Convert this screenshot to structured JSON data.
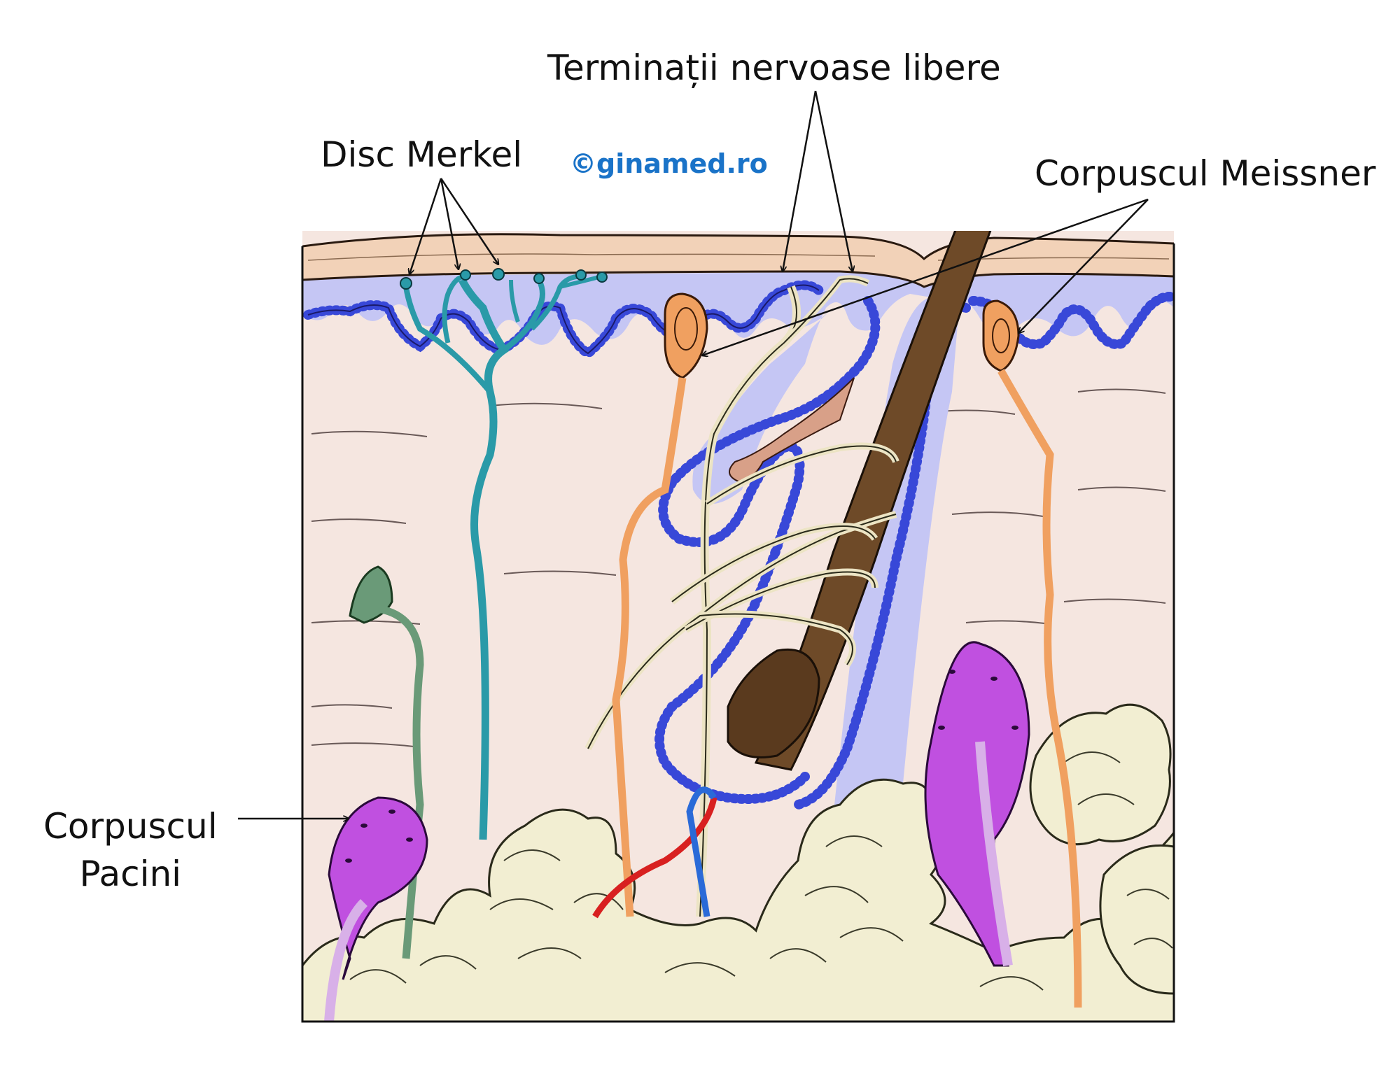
{
  "labels": {
    "terminatii": "Terminații nervoase libere",
    "merkel": "Disc Merkel",
    "meissner": "Corpuscul Meissner",
    "pacini_line1": "Corpuscul",
    "pacini_line2": "Pacini"
  },
  "watermark": "©ginamed.ro",
  "colors": {
    "epidermis": "#f2d2b8",
    "epidermis_basal": "#c5c6f4",
    "basal_cells": "#3848d8",
    "dermis": "#f5e6e0",
    "fat": "#f2eed2",
    "hair": "#6e4a28",
    "merkel_nerve": "#2a9aa8",
    "meissner": "#f0a060",
    "free_endings": "#ece4c4",
    "pacini": "#c050e0",
    "pacini_stalk": "#d8b0e8",
    "green_nerve": "#6a9a78",
    "artery": "#d82020",
    "vein": "#2a6ad8",
    "watermark": "#1a73c8"
  }
}
